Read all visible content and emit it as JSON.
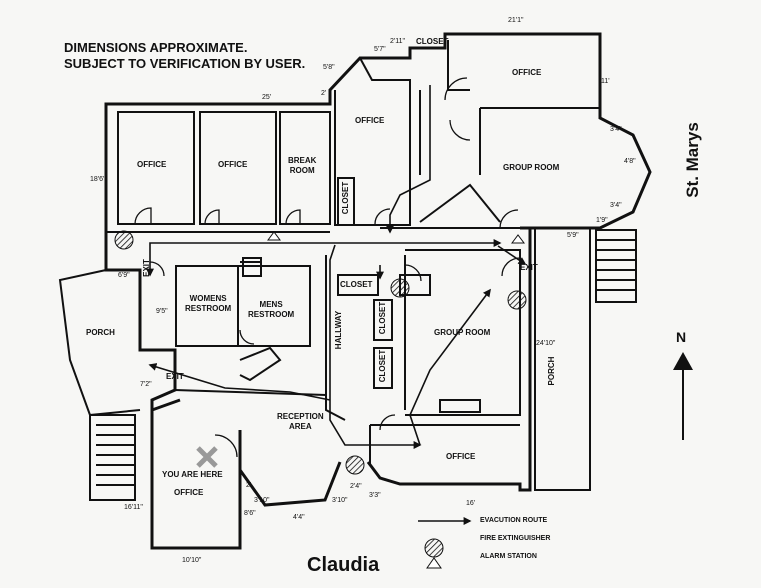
{
  "header_note": [
    "DIMENSIONS APPROXIMATE.",
    "SUBJECT TO VERIFICATION BY USER."
  ],
  "streets": {
    "bottom": "Claudia",
    "right": "St. Marys"
  },
  "north_label": "N",
  "rooms": {
    "office_1": "OFFICE",
    "office_2": "OFFICE",
    "break_room": "BREAK\nROOM",
    "office_top_mid": "OFFICE",
    "office_top_right": "OFFICE",
    "group_room_top": "GROUP ROOM",
    "closet_1": "CLOSET",
    "closet_2": "CLOSET",
    "closet_3": "CLOSET",
    "closet_4": "CLOSET",
    "closet_top": "CLOSET",
    "womens_restroom": "WOMENS\nRESTROOM",
    "mens_restroom": "MENS\nRESTROOM",
    "hallway": "HALLWAY",
    "group_room_main": "GROUP ROOM",
    "porch_left": "PORCH",
    "porch_right": "PORCH",
    "reception": "RECEPTION\nAREA",
    "office_lower": "OFFICE",
    "office_you": "OFFICE",
    "you_are_here": "YOU ARE HERE"
  },
  "exits": [
    "EXIT",
    "EXIT",
    "EXIT"
  ],
  "dimensions": {
    "d_21_1": "21'1\"",
    "d_2_11": "2'11\"",
    "d_5_7": "5'7\"",
    "d_5_8": "5'8\"",
    "d_2": "2'",
    "d_25": "25'",
    "d_11": "11'",
    "d_3_4a": "3'4\"",
    "d_4_8": "4'8\"",
    "d_3_4b": "3'4\"",
    "d_1_9": "1'9\"",
    "d_5_9": "5'9\"",
    "d_18_6": "18'6\"",
    "d_6_9": "6'9\"",
    "d_9_5": "9'5\"",
    "d_7_2": "7'2\"",
    "d_24_10": "24'10\"",
    "d_16_11": "16'11\"",
    "d_2b": "2'",
    "d_3_10a": "3'10\"",
    "d_3_10b": "3'10\"",
    "d_2_4": "2'4\"",
    "d_8_6": "8'6\"",
    "d_4_4": "4'4\"",
    "d_3_3": "3'3\"",
    "d_16": "16'",
    "d_10_10": "10'10\""
  },
  "legend": {
    "route": "EVACUTION ROUTE",
    "extinguisher": "FIRE EXTINGUISHER",
    "alarm": "ALARM STATION"
  }
}
